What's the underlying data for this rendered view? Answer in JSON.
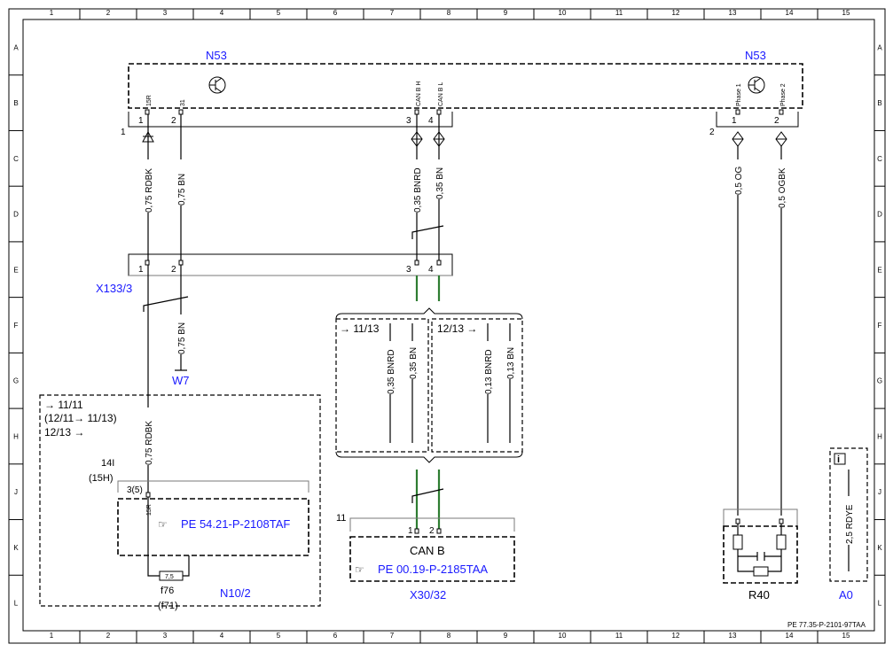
{
  "grid": {
    "columns": [
      "1",
      "2",
      "3",
      "4",
      "5",
      "6",
      "7",
      "8",
      "9",
      "10",
      "11",
      "12",
      "13",
      "14",
      "15"
    ],
    "rows": [
      "A",
      "B",
      "C",
      "D",
      "E",
      "F",
      "G",
      "H",
      "J",
      "K",
      "L"
    ]
  },
  "components": {
    "n53_left": "N53",
    "n53_right": "N53",
    "x133": "X133/3",
    "w7": "W7",
    "n10": "N10/2",
    "x30": "X30/32",
    "r40": "R40",
    "a0": "A0"
  },
  "connector_labels": {
    "n53_conn1": "1",
    "n53_conn2": "2",
    "x30_conn": "11"
  },
  "pin_names": {
    "p15r": "15R",
    "p31": "31",
    "canbh": "CAN B H",
    "canbl": "CAN B L",
    "phase1": "Phase 1",
    "phase2": "Phase 2",
    "n10_15r": "15R"
  },
  "pin_numbers": {
    "n53_1": "1",
    "n53_2": "2",
    "n53_3": "3",
    "n53_4": "4",
    "n53b_1": "1",
    "n53b_2": "2",
    "x133_1": "1",
    "x133_2": "2",
    "x133_3": "3",
    "x133_4": "4",
    "n10_pin": "3(5)",
    "x30_1": "1",
    "x30_2": "2"
  },
  "wires": {
    "rdbk": "0,75 RDBK",
    "bn": "0,75 BN",
    "bnrd": "0,35 BNRD",
    "canbn": "0,35 BN",
    "og": "0,5 OG",
    "ogbk": "0,5 OGBK",
    "w7bn": "0,75 BN",
    "rdbk2": "0,75 RDBK",
    "v1_bnrd": "0,35 BNRD",
    "v1_bn": "0,35 BN",
    "v2_bnrd": "0,13 BNRD",
    "v2_bn": "0,13 BN",
    "a0_wire": "2,5 RDYE"
  },
  "variants": {
    "v1": "→ 11/13",
    "v2": "12/13 →"
  },
  "n10_variants": {
    "line1": "→ 11/11",
    "line2": "(12/11→ 11/13)",
    "line3": "12/13 →",
    "ref14": "14I",
    "ref15": "(15H)",
    "pe_ref": "PE 54.21-P-2108TAF",
    "fuse_value": "7,5",
    "fuse": "f76",
    "fuse_alt": "(f71)"
  },
  "x30_detail": {
    "title": "CAN B",
    "pe_ref": "PE 00.19-P-2185TAA"
  },
  "a0_icon": "i",
  "doc_id": "PE 77.35-P-2101-97TAA"
}
